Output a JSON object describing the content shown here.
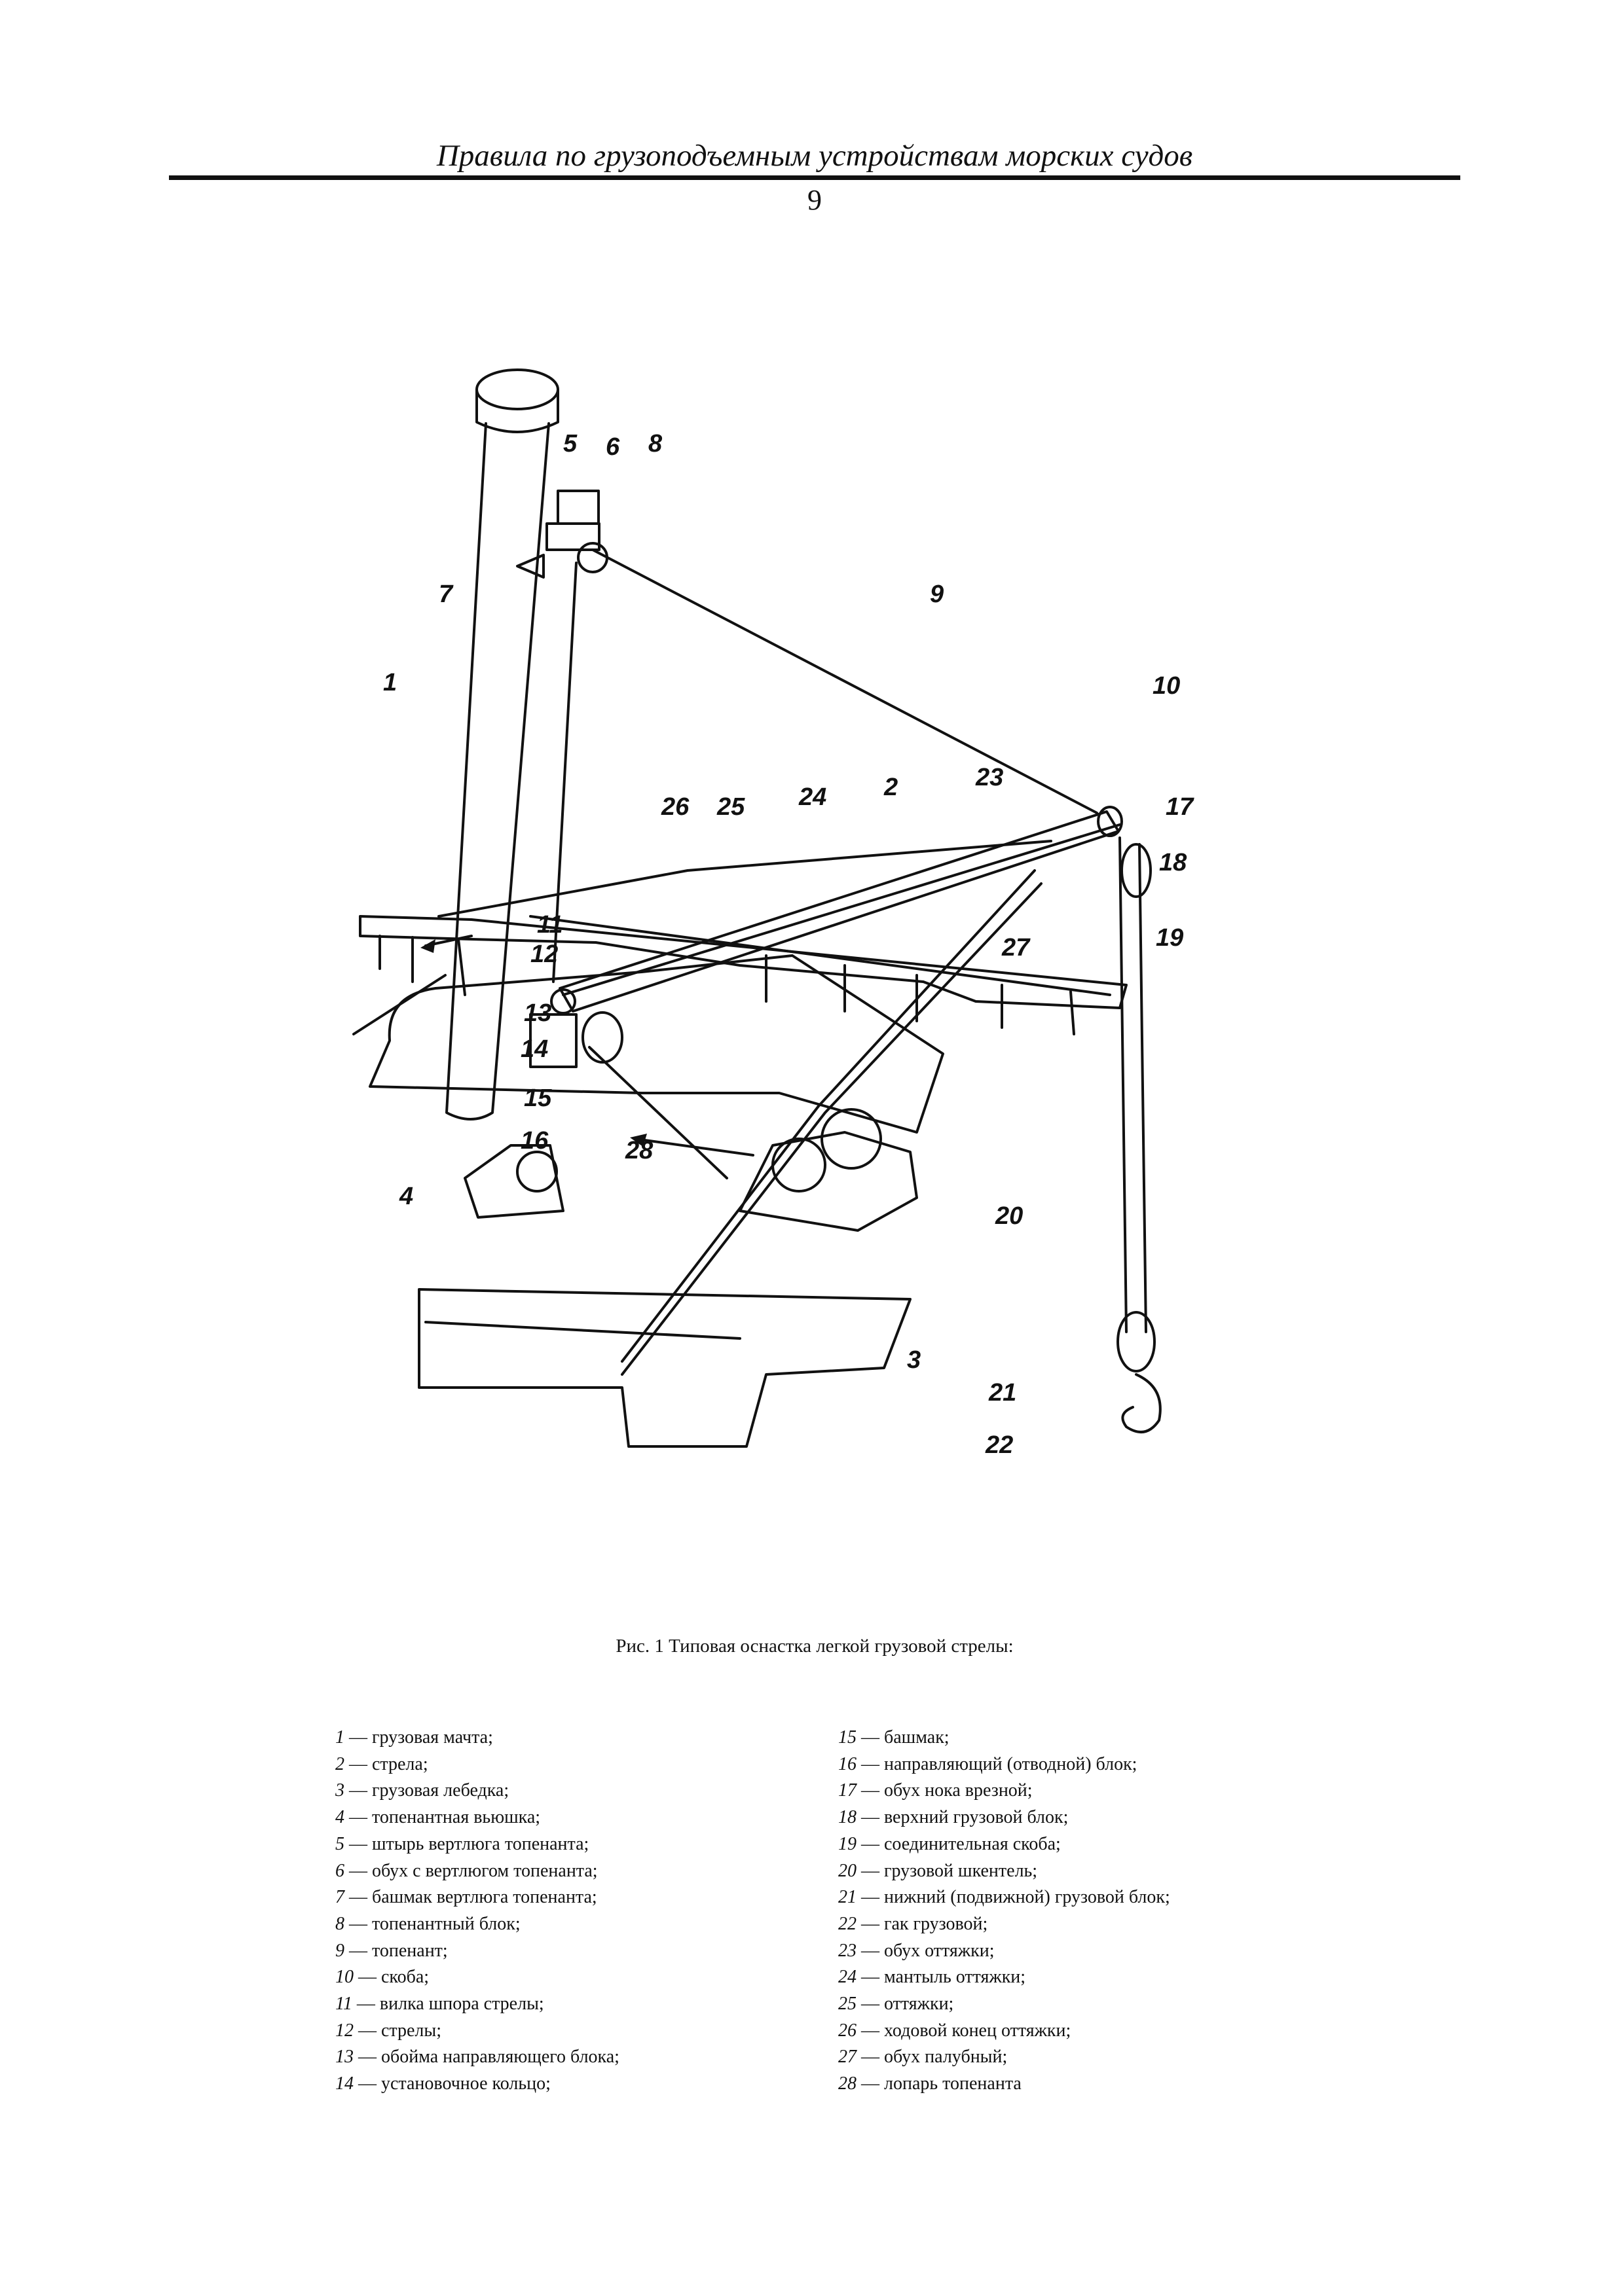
{
  "header": {
    "running_title": "Правила по грузоподъемным устройствам морских судов",
    "page_number": "9"
  },
  "figure": {
    "callouts": {
      "c1": "1",
      "c2": "2",
      "c3": "3",
      "c4": "4",
      "c5": "5",
      "c6": "6",
      "c7": "7",
      "c8": "8",
      "c9": "9",
      "c10": "10",
      "c11": "11",
      "c12": "12",
      "c13": "13",
      "c14": "14",
      "c15": "15",
      "c16": "16",
      "c17": "17",
      "c18": "18",
      "c19": "19",
      "c20": "20",
      "c21": "21",
      "c22": "22",
      "c23": "23",
      "c24": "24",
      "c25": "25",
      "c26": "26",
      "c27": "27",
      "c28": "28"
    },
    "caption": "Рис. 1 Типовая оснастка легкой грузовой стрелы:"
  },
  "legend": {
    "left": [
      {
        "num": "1",
        "text": " — грузовая мачта;"
      },
      {
        "num": "2",
        "text": " — стрела;"
      },
      {
        "num": "3",
        "text": " — грузовая лебедка;"
      },
      {
        "num": "4",
        "text": " — топенантная вьюшка;"
      },
      {
        "num": "5",
        "text": " — штырь вертлюга топенанта;"
      },
      {
        "num": "6",
        "text": " — обух с вертлюгом топенанта;"
      },
      {
        "num": "7",
        "text": " — башмак вертлюга топенанта;"
      },
      {
        "num": "8",
        "text": " — топенантный блок;"
      },
      {
        "num": "9",
        "text": " — топенант;"
      },
      {
        "num": "10",
        "text": " — скоба;"
      },
      {
        "num": "11",
        "text": " — вилка шпора стрелы;"
      },
      {
        "num": "12",
        "text": " — стрелы;"
      },
      {
        "num": "13",
        "text": " — обойма направляющего блока;"
      },
      {
        "num": "14",
        "text": " — установочное кольцо;"
      }
    ],
    "right": [
      {
        "num": "15",
        "text": " — башмак;"
      },
      {
        "num": "16",
        "text": " — направляющий (отводной) блок;"
      },
      {
        "num": "17",
        "text": " — обух нока врезной;"
      },
      {
        "num": "18",
        "text": " — верхний грузовой блок;"
      },
      {
        "num": "19",
        "text": " — соединительная скоба;"
      },
      {
        "num": "20",
        "text": " — грузовой шкентель;"
      },
      {
        "num": "21",
        "text": " — нижний (подвижной) грузовой блок;"
      },
      {
        "num": "22",
        "text": " — гак грузовой;"
      },
      {
        "num": "23",
        "text": " — обух оттяжки;"
      },
      {
        "num": "24",
        "text": " — мантыль оттяжки;"
      },
      {
        "num": "25",
        "text": " — оттяжки;"
      },
      {
        "num": "26",
        "text": " — ходовой конец оттяжки;"
      },
      {
        "num": "27",
        "text": " — обух палубный;"
      },
      {
        "num": "28",
        "text": " — лопарь топенанта"
      }
    ]
  }
}
